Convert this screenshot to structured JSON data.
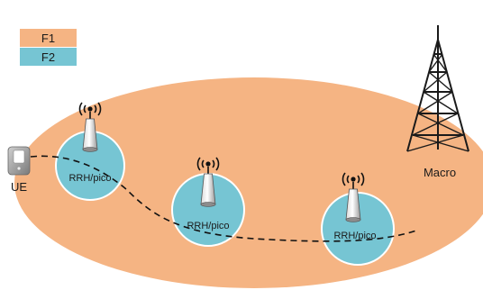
{
  "legend": {
    "f1": {
      "label": "F1",
      "color": "#f5b483"
    },
    "f2": {
      "label": "F2",
      "color": "#76c5d3"
    }
  },
  "macro_label": "Macro",
  "ue_label": "UE",
  "cells": [
    {
      "label": "RRH/pico"
    },
    {
      "label": "RRH/pico"
    },
    {
      "label": "RRH/pico"
    }
  ],
  "colors": {
    "macro_area": "#f5b483",
    "small_cell": "#76c5d3",
    "tower": "#1a1a1a",
    "path": "#111111"
  },
  "icons": [
    "antenna-icon",
    "macro-tower-icon",
    "phone-icon"
  ]
}
